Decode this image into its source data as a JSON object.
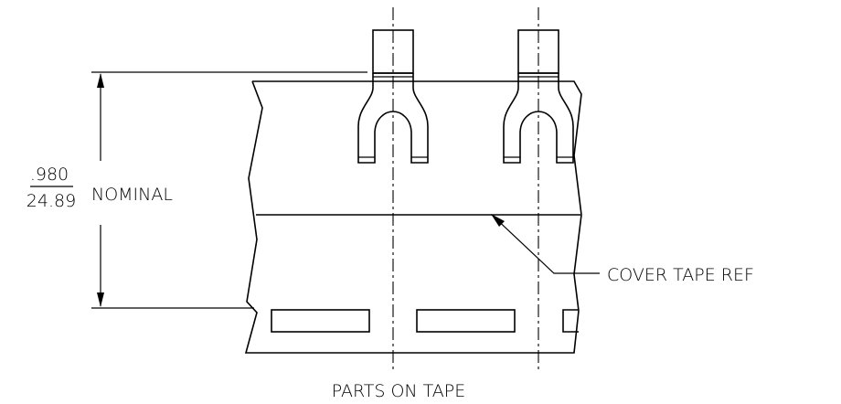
{
  "dimension": {
    "inches": ".980",
    "millimeters": "24.89",
    "qualifier": "NOMINAL"
  },
  "callout": {
    "label": "COVER TAPE REF"
  },
  "caption": "PARTS ON TAPE"
}
